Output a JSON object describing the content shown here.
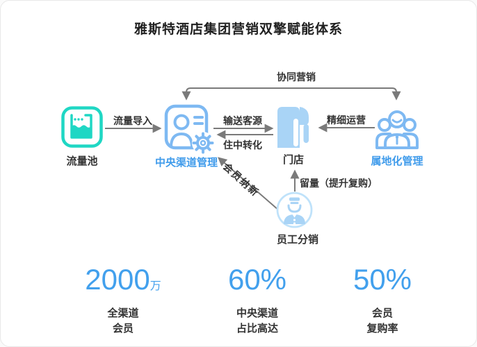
{
  "title": "雅斯特酒店集团营销双擎赋能体系",
  "colors": {
    "teal": "#1fd7c4",
    "blue_stroke": "#7eb9f2",
    "pale_blue_fill": "#a9d4f6",
    "circle_stroke": "#bfe2fa",
    "blue_label": "#3f9beb",
    "stat_blue": "#42a0ed",
    "arrow_gray": "#7a7a7a",
    "dark_text": "#333333"
  },
  "nodes": {
    "pool": {
      "label": "流量池",
      "icon": "pool-icon"
    },
    "central": {
      "label": "中央渠道管理",
      "icon": "id-card-gear-icon"
    },
    "store": {
      "label": "门店",
      "icon": "store-door-icon"
    },
    "local": {
      "label": "属地化管理",
      "icon": "people-group-icon"
    },
    "staff": {
      "label": "员工分销",
      "icon": "staff-person-icon"
    }
  },
  "edges": {
    "traffic_import": "流量导入",
    "synergy": "协同营销",
    "send_customers": "输送客源",
    "instay_conversion": "住中转化",
    "fine_operation": "精细运营",
    "member_recruit": "会员纳新",
    "retention": "留量（提升复购）"
  },
  "stats": [
    {
      "value": "2000",
      "unit": "万",
      "line1": "全渠道",
      "line2": "会员"
    },
    {
      "value": "60%",
      "unit": "",
      "line1": "中央渠道",
      "line2": "占比高达"
    },
    {
      "value": "50%",
      "unit": "",
      "line1": "会员",
      "line2": "复购率"
    }
  ]
}
